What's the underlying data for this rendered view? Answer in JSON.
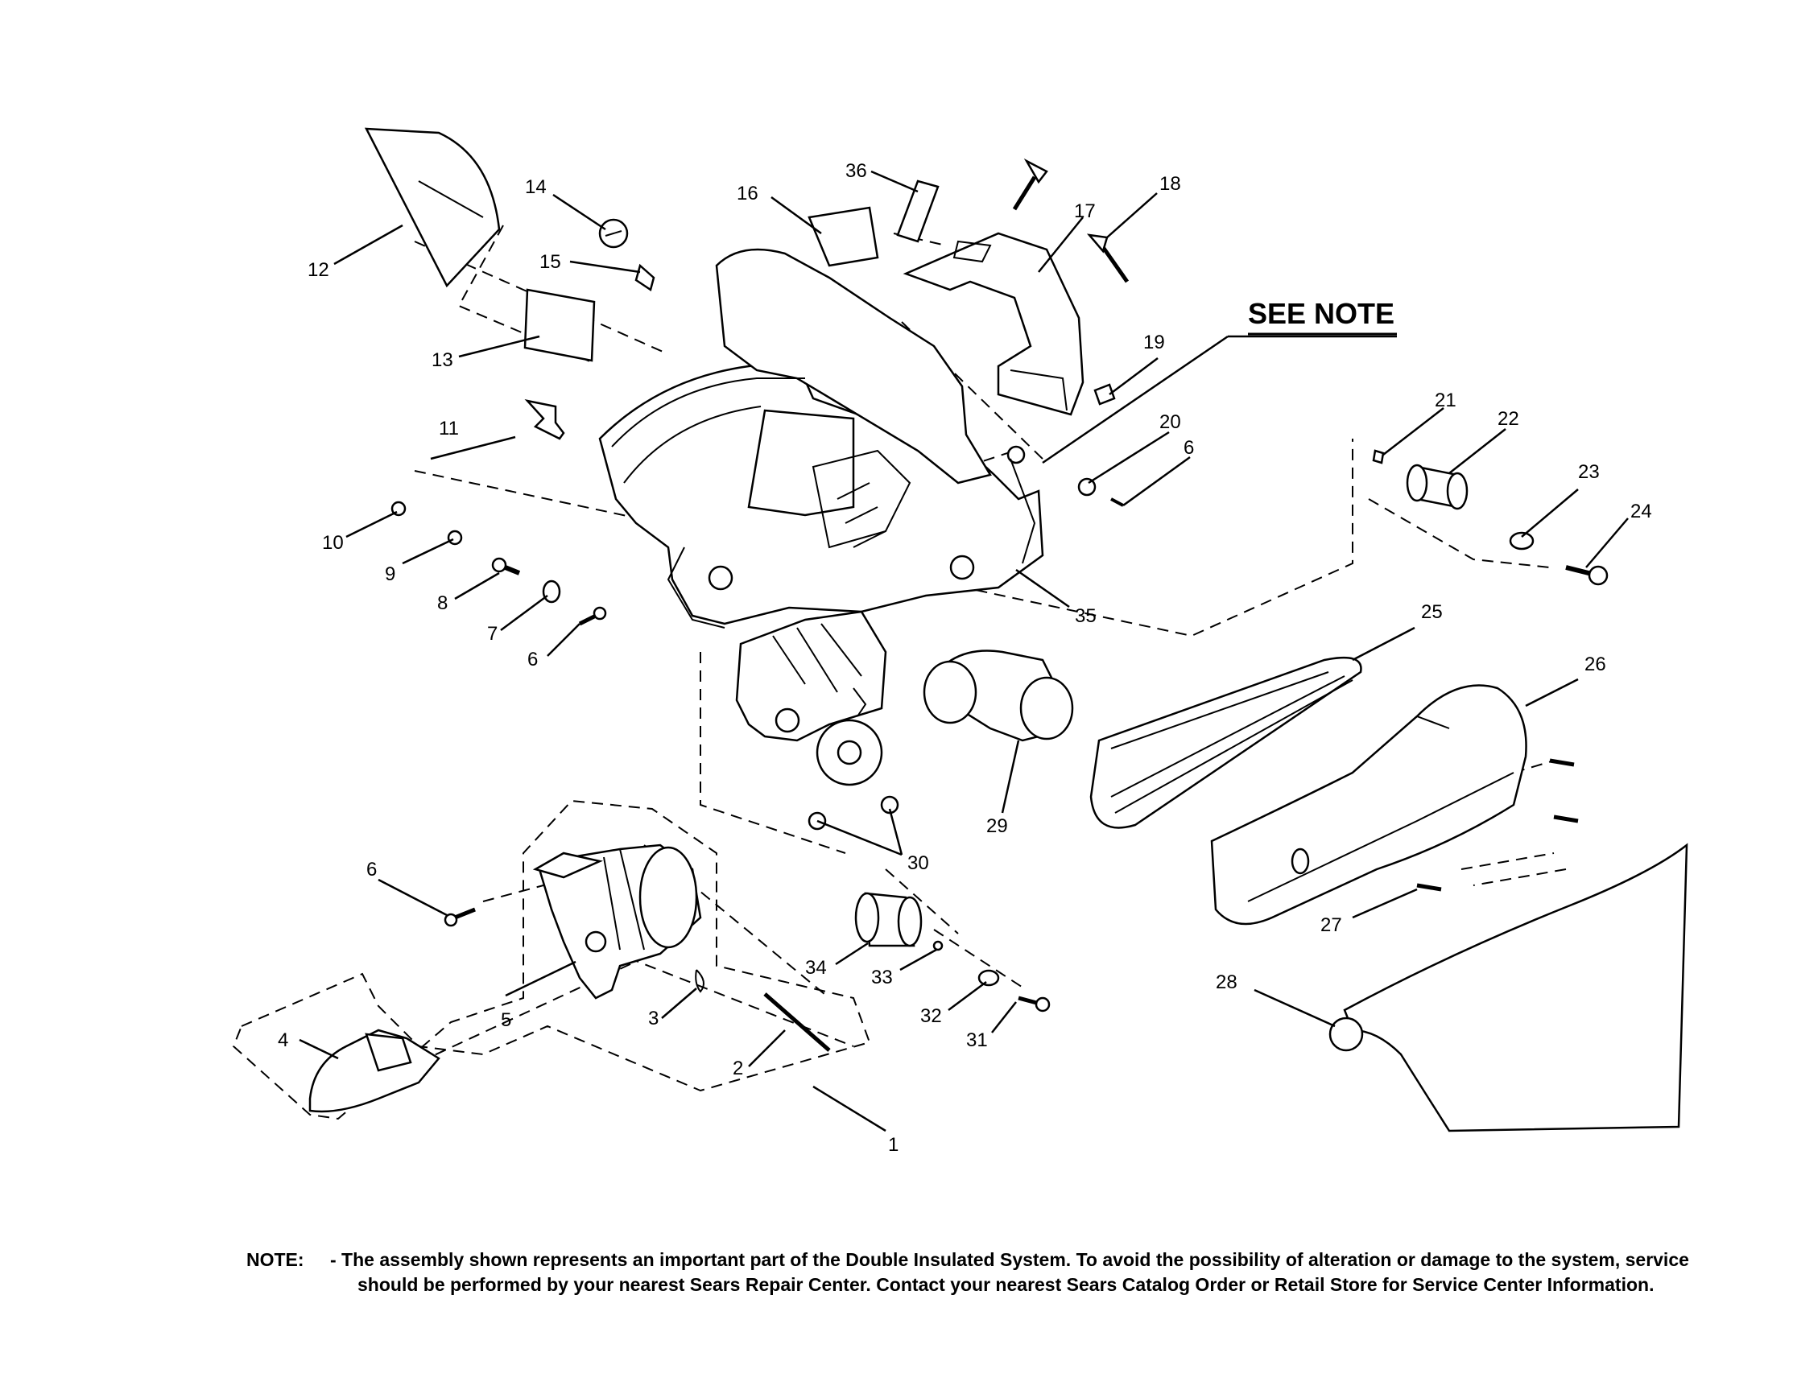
{
  "see_note": "SEE NOTE",
  "callouts": [
    "1",
    "2",
    "3",
    "4",
    "5",
    "6",
    "6",
    "6",
    "7",
    "8",
    "9",
    "10",
    "11",
    "12",
    "13",
    "14",
    "15",
    "16",
    "17",
    "18",
    "19",
    "20",
    "21",
    "22",
    "23",
    "24",
    "25",
    "26",
    "27",
    "28",
    "29",
    "30",
    "31",
    "32",
    "33",
    "34",
    "35",
    "36"
  ],
  "note": {
    "label": "NOTE:",
    "text": "- The assembly shown represents an important part of the Double Insulated System. To avoid the possibility of alteration or damage to the system, service should be performed by your nearest Sears Repair Center. Contact your nearest Sears Catalog Order or Retail Store for Service Center Information."
  }
}
